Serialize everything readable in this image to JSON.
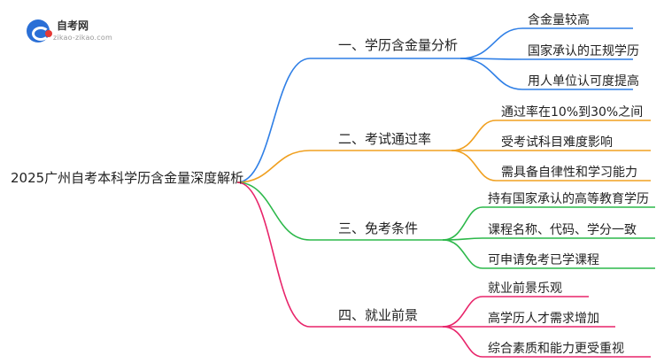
{
  "logo": {
    "name": "自考网",
    "url": "zikao-zikao.com"
  },
  "root": {
    "label": "2025广州自考本科学历含金量深度解析"
  },
  "branches": [
    {
      "label": "一、学历含金量分析",
      "color": "#2f7fe6",
      "leaves": [
        "含金量较高",
        "国家承认的正规学历",
        "用人单位认可度提高"
      ]
    },
    {
      "label": "二、考试通过率",
      "color": "#f0a020",
      "leaves": [
        "通过率在10%到30%之间",
        "受考试科目难度影响",
        "需具备自律性和学习能力"
      ]
    },
    {
      "label": "三、免考条件",
      "color": "#2cb84a",
      "leaves": [
        "持有国家承认的高等教育学历",
        "课程名称、代码、学分一致",
        "可申请免考已学课程"
      ]
    },
    {
      "label": "四、就业前景",
      "color": "#e8246a",
      "leaves": [
        "就业前景乐观",
        "高学历人才需求增加",
        "综合素质和能力更受重视"
      ]
    }
  ]
}
